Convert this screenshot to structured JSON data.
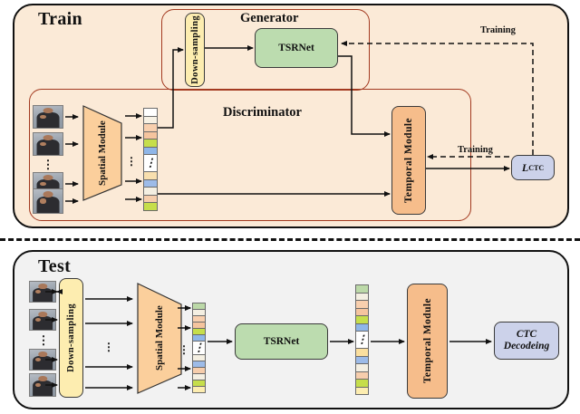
{
  "figure": {
    "type": "architecture-diagram",
    "panels": [
      {
        "id": "train",
        "title": "Train"
      },
      {
        "id": "test",
        "title": "Test"
      }
    ]
  },
  "train": {
    "title": "Train",
    "generator": {
      "title": "Generator",
      "downsampling_label": "Down-sampling",
      "tsrnet_label": "TSRNet"
    },
    "discriminator": {
      "title": "Discriminator",
      "spatial_module_label": "Spatial Module",
      "temporal_module_label": "Temporal Module",
      "frame_count_shown": 4,
      "ellipsis": "⋮"
    },
    "loss": {
      "label": "L",
      "subscript": "CTC",
      "full": "L_CTC"
    },
    "signals": {
      "training_top": "Training",
      "training_mid": "Training"
    }
  },
  "test": {
    "title": "Test",
    "downsampling_label": "Down-sampling",
    "spatial_module_label": "Spatial Module",
    "tsrnet_label": "TSRNet",
    "temporal_module_label": "Temporal Module",
    "decoding_label_line1": "CTC",
    "decoding_label_line2": "Decodeing",
    "frame_count_shown": 4,
    "ellipsis": "⋮"
  },
  "colors": {
    "train_panel_bg": "#fbead7",
    "test_panel_bg": "#f2f2f2",
    "subbox_border": "#a33a20",
    "downsampling": "#fdedb0",
    "spatial_module": "#fbcf9c",
    "tsrnet": "#bcdcaf",
    "temporal_module": "#f6bd8b",
    "ctc_box": "#ccd2ea",
    "outline": "#111111"
  },
  "feature_strips": {
    "train": [
      "#ffffff",
      "#f7f1e4",
      "#f8cfae",
      "#f5c49e",
      "#c6de4b",
      "#8fb6e8",
      "#gap",
      "#f8dfae",
      "#9dbbe8",
      "#f4efe2",
      "#f6cdac",
      "#c6de4b"
    ],
    "test_after_spatial": [
      "#bcd9a8",
      "#f4efe2",
      "#f8cfae",
      "#f5c49e",
      "#c6de4b",
      "#8fb6e8",
      "#gap",
      "#f4efe2",
      "#9dbbe8",
      "#f6cdac",
      "#f4efe2",
      "#c6de4b",
      "#fdedb0"
    ],
    "test_after_tsrnet": [
      "#bcd9a8",
      "#f4efe2",
      "#f8cfae",
      "#f5c49e",
      "#c6de4b",
      "#8fb6e8",
      "#gap",
      "#fbdf9e",
      "#9dbbe8",
      "#f4efe2",
      "#f6cdac",
      "#c6de4b",
      "#fdedb0"
    ]
  }
}
